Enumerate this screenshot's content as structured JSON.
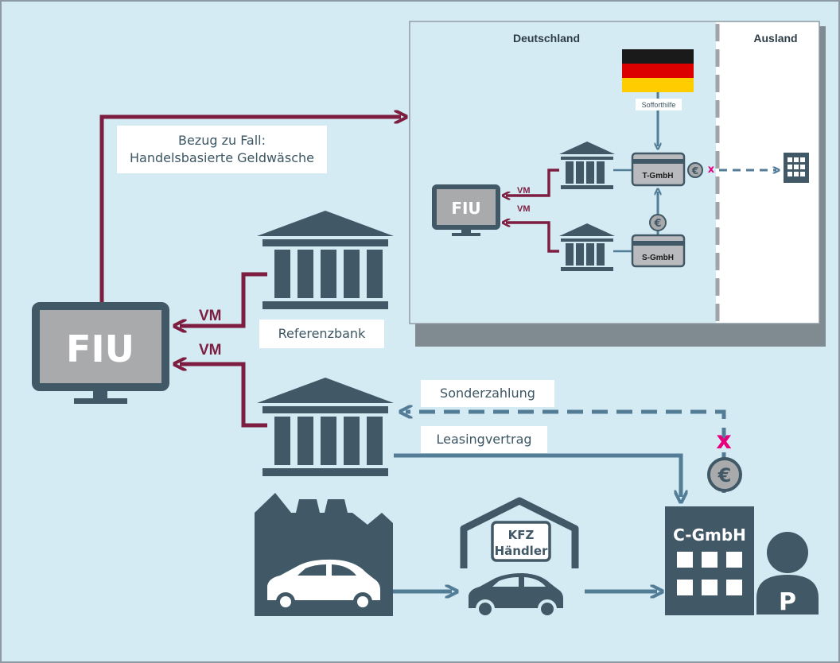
{
  "inset": {
    "region_left": "Deutschland",
    "region_right": "Ausland",
    "flag_label": "Sofforthilfe",
    "fiu": "FIU",
    "vm_top": "VM",
    "vm_bottom": "VM",
    "t_gmbh": "T-GmbH",
    "s_gmbh": "S-GmbH",
    "euro": "€",
    "block_mark": "x"
  },
  "main": {
    "fiu": "FIU",
    "vm_top": "VM",
    "vm_bottom": "VM",
    "case_reference_line1": "Bezug zu Fall:",
    "case_reference_line2": "Handelsbasierte Geldwäsche",
    "reference_bank": "Referenzbank",
    "special_payment": "Sonderzahlung",
    "leasing_contract": "Leasingvertrag",
    "dealer_line1": "KFZ",
    "dealer_line2": "Händler",
    "company": "C-GmbH",
    "person": "P",
    "euro": "€",
    "block_mark": "x"
  },
  "colors": {
    "background": "#d4ebf4",
    "dark": "#415866",
    "maroon": "#7d1d3f",
    "steel": "#537d96",
    "magenta": "#e6007e",
    "grey": "#a9aaac",
    "flag_black": "#1a1a1a",
    "flag_red": "#dd0000",
    "flag_gold": "#ffcc00"
  }
}
